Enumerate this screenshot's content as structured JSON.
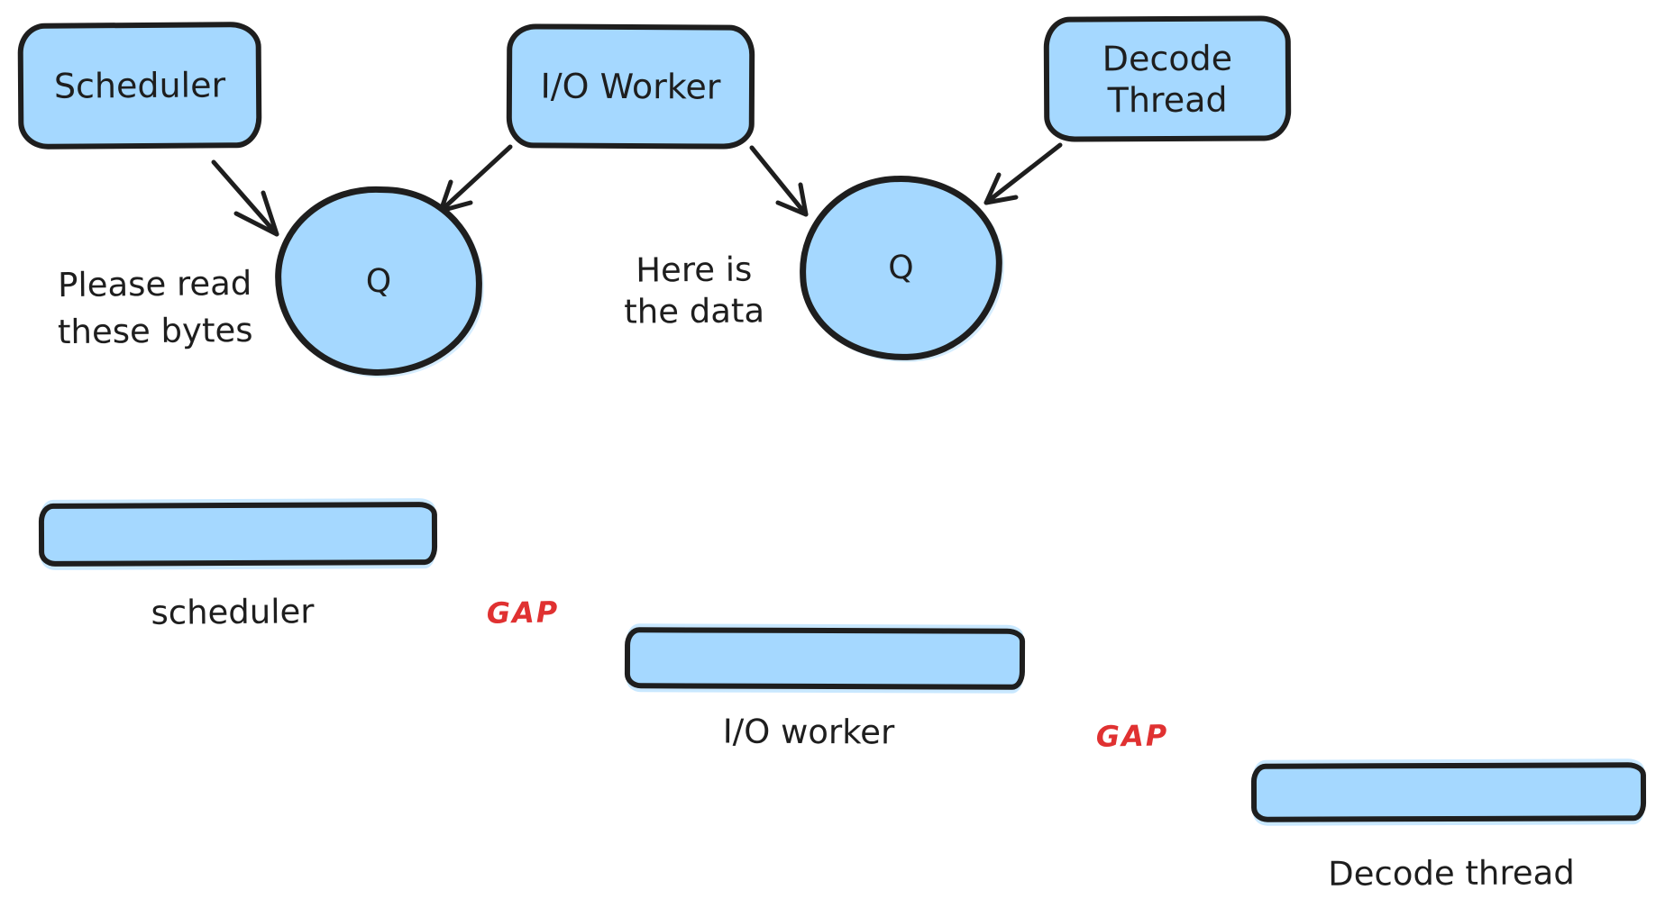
{
  "colors": {
    "fill_blue": "#a5d8ff",
    "stroke_dark": "#1e1e1e",
    "gap_red": "#e03131",
    "background": "#ffffff"
  },
  "flow": {
    "boxes": [
      {
        "id": "scheduler",
        "lines": [
          "Scheduler"
        ]
      },
      {
        "id": "io-worker",
        "lines": [
          "I/O Worker"
        ]
      },
      {
        "id": "decode-thread",
        "lines": [
          "Decode",
          "Thread"
        ]
      }
    ],
    "queues": [
      {
        "id": "queue-1",
        "label": "Q"
      },
      {
        "id": "queue-2",
        "label": "Q"
      }
    ],
    "notes": [
      {
        "id": "note-please-read",
        "lines": [
          "Please read",
          "these bytes"
        ]
      },
      {
        "id": "note-here-is-data",
        "lines": [
          "Here is",
          "the data"
        ]
      }
    ]
  },
  "timeline": {
    "bars": [
      {
        "id": "bar-scheduler",
        "label": "scheduler"
      },
      {
        "id": "bar-io-worker",
        "label": "I/O worker"
      },
      {
        "id": "bar-decode-thread",
        "label": "Decode thread"
      }
    ],
    "gaps": [
      {
        "label": "GAP"
      },
      {
        "label": "GAP"
      }
    ]
  }
}
